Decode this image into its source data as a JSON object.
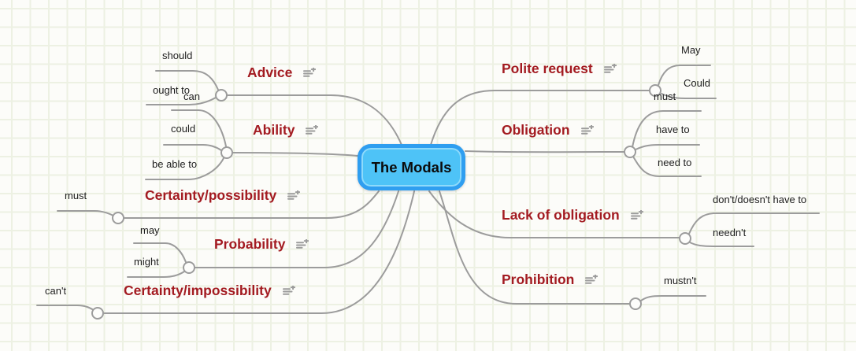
{
  "root": {
    "label": "The Modals"
  },
  "branches": [
    {
      "label": "Advice",
      "side": "left",
      "children": [
        {
          "label": "should"
        },
        {
          "label": "ought to"
        }
      ]
    },
    {
      "label": "Ability",
      "side": "left",
      "children": [
        {
          "label": "can"
        },
        {
          "label": "could"
        },
        {
          "label": "be able to"
        }
      ]
    },
    {
      "label": "Certainty/possibility",
      "side": "left",
      "children": [
        {
          "label": "must"
        }
      ]
    },
    {
      "label": "Probability",
      "side": "left",
      "children": [
        {
          "label": "may"
        },
        {
          "label": "might"
        }
      ]
    },
    {
      "label": "Certainty/impossibility",
      "side": "left",
      "children": [
        {
          "label": "can't"
        }
      ]
    },
    {
      "label": "Polite request",
      "side": "right",
      "children": [
        {
          "label": "May"
        },
        {
          "label": "Could"
        }
      ]
    },
    {
      "label": "Obligation",
      "side": "right",
      "children": [
        {
          "label": "must"
        },
        {
          "label": "have to"
        },
        {
          "label": "need to"
        }
      ]
    },
    {
      "label": "Lack of obligation",
      "side": "right",
      "children": [
        {
          "label": "don't/doesn't have to"
        },
        {
          "label": "needn't"
        }
      ]
    },
    {
      "label": "Prohibition",
      "side": "right",
      "children": [
        {
          "label": "mustn't"
        }
      ]
    }
  ],
  "icons": {
    "branch_action": "add-note-icon"
  },
  "colors": {
    "branch_label": "#a31b21",
    "connector_line": "#9c9c9c",
    "node_fill": "#4ec3f7",
    "node_border": "#2f9ef0",
    "icon": "#3b4250",
    "grid_line": "#edf1e3",
    "background": "#fcfcf9"
  }
}
